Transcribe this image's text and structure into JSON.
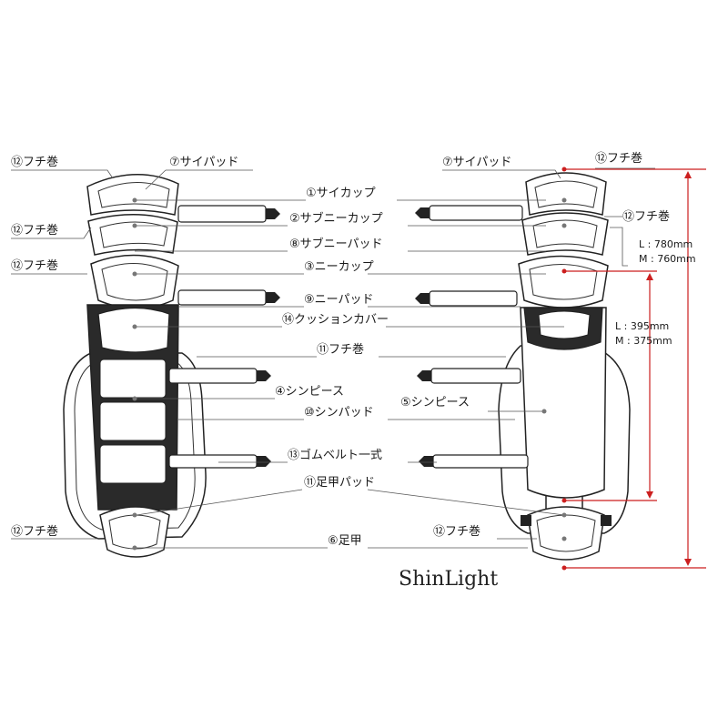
{
  "labels": {
    "fuchimaki": "⑫フチ巻",
    "sai_pad": "⑦サイパッド",
    "sai_cup": "①サイカップ",
    "sub_knee_cup": "②サブニーカップ",
    "sub_knee_pad": "⑧サブニーパッド",
    "knee_cup": "③ニーカップ",
    "knee_pad": "⑨ニーパッド",
    "cushion_cover": "⑭クッションカバー",
    "fuchimaki_11": "⑪フチ巻",
    "shin_piece_4": "④シンピース",
    "shin_piece_5": "⑤シンピース",
    "shin_pad": "⑩シンパッド",
    "rubber_belt": "⑬ゴムベルト一式",
    "instep_pad": "⑪足甲パッド",
    "instep": "⑥足甲"
  },
  "dimensions": {
    "total_l": "L : 780mm",
    "total_m": "M : 760mm",
    "shin_l": "L : 395mm",
    "shin_m": "M : 375mm"
  },
  "brand": "ShinLight",
  "colors": {
    "dimension_line": "#cc1f1f",
    "part_fill": "#ffffff",
    "part_dark": "#2a2a2a"
  }
}
